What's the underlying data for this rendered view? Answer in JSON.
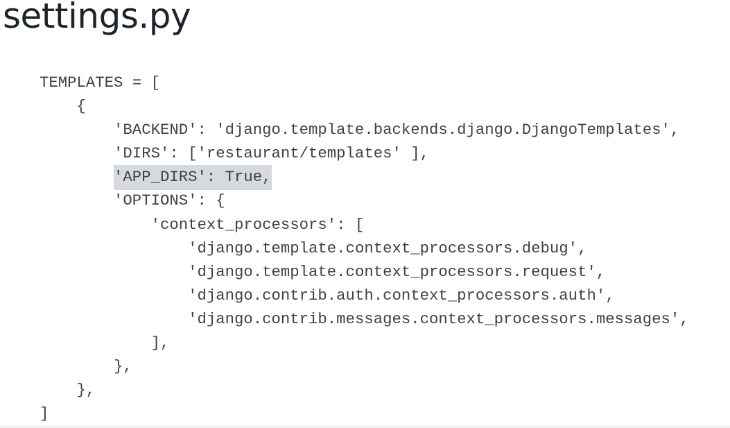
{
  "title": "settings.py",
  "highlight_color": "#d6dadf",
  "code_lines": [
    {
      "indent": 0,
      "text": "TEMPLATES = ["
    },
    {
      "indent": 1,
      "text": "{"
    },
    {
      "indent": 2,
      "text": "'BACKEND': 'django.template.backends.django.DjangoTemplates',"
    },
    {
      "indent": 2,
      "text": "'DIRS': ['restaurant/templates' ],"
    },
    {
      "indent": 2,
      "text": "'APP_DIRS': True,",
      "highlighted": true
    },
    {
      "indent": 2,
      "text": "'OPTIONS': {"
    },
    {
      "indent": 3,
      "text": "'context_processors': ["
    },
    {
      "indent": 4,
      "text": "'django.template.context_processors.debug',"
    },
    {
      "indent": 4,
      "text": "'django.template.context_processors.request',"
    },
    {
      "indent": 4,
      "text": "'django.contrib.auth.context_processors.auth',"
    },
    {
      "indent": 4,
      "text": "'django.contrib.messages.context_processors.messages',"
    },
    {
      "indent": 3,
      "text": "],"
    },
    {
      "indent": 2,
      "text": "},"
    },
    {
      "indent": 1,
      "text": "},"
    },
    {
      "indent": 0,
      "text": "]"
    }
  ]
}
